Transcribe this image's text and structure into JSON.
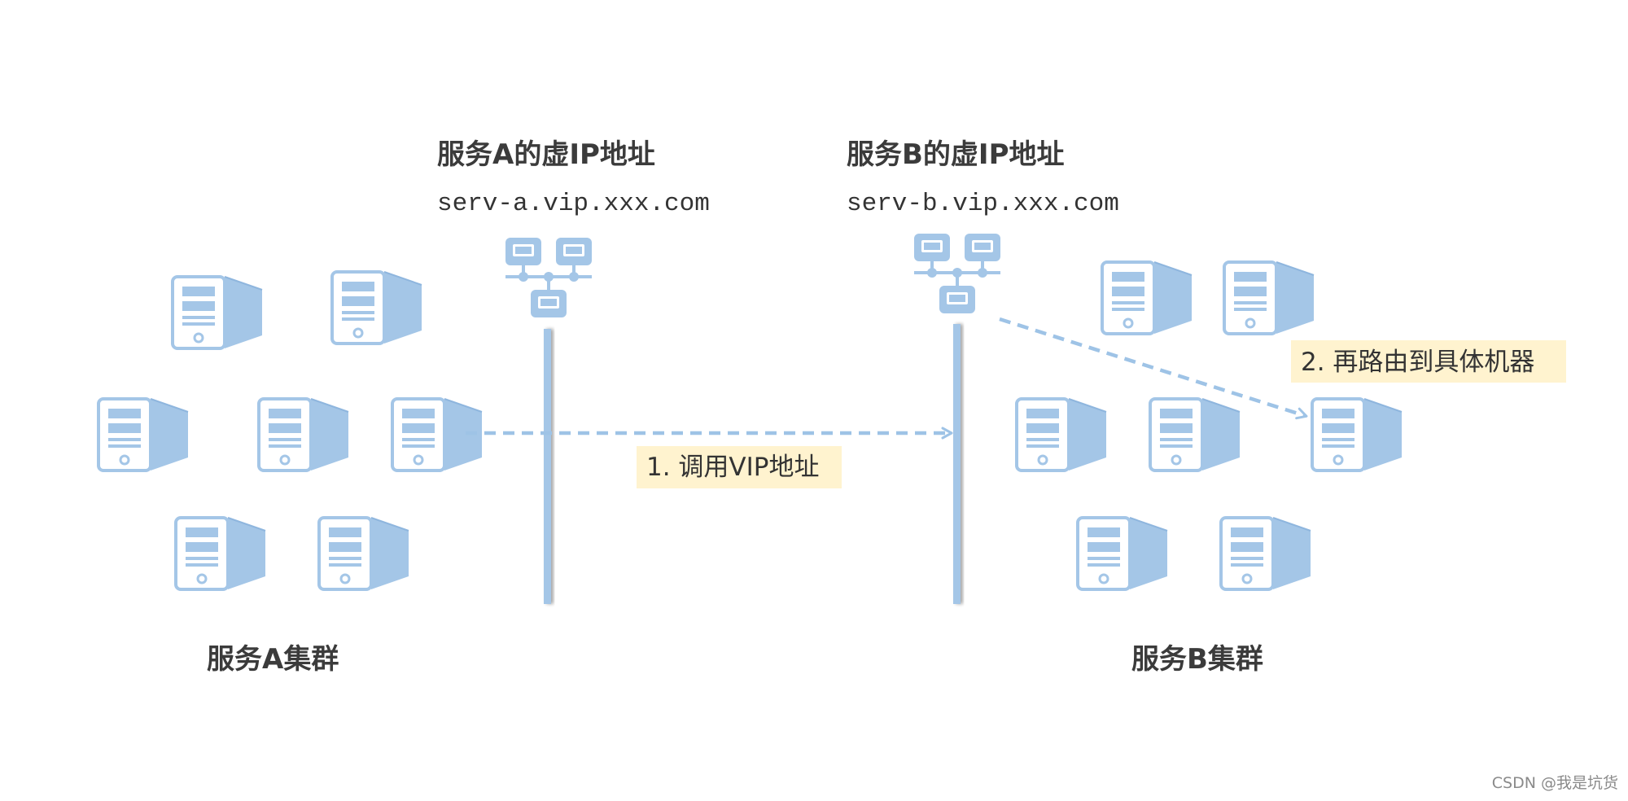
{
  "vip_a": {
    "title": "服务A的虚IP地址",
    "domain": "serv-a.vip.xxx.com"
  },
  "vip_b": {
    "title": "服务B的虚IP地址",
    "domain": "serv-b.vip.xxx.com"
  },
  "cluster_a": {
    "label": "服务A集群"
  },
  "cluster_b": {
    "label": "服务B集群"
  },
  "steps": {
    "call": "1. 调用VIP地址",
    "route": "2. 再路由到具体机器"
  },
  "watermark": "CSDN @我是坑货",
  "colors": {
    "server_fill": "#a4c6e7",
    "server_line": "#7fa9d6",
    "arrow": "#9ec3e6",
    "step_bg": "#fff3cf",
    "text": "#3b3b3b"
  },
  "icons": {
    "server": "tower-server-icon",
    "lb": "network-switch-icon"
  }
}
